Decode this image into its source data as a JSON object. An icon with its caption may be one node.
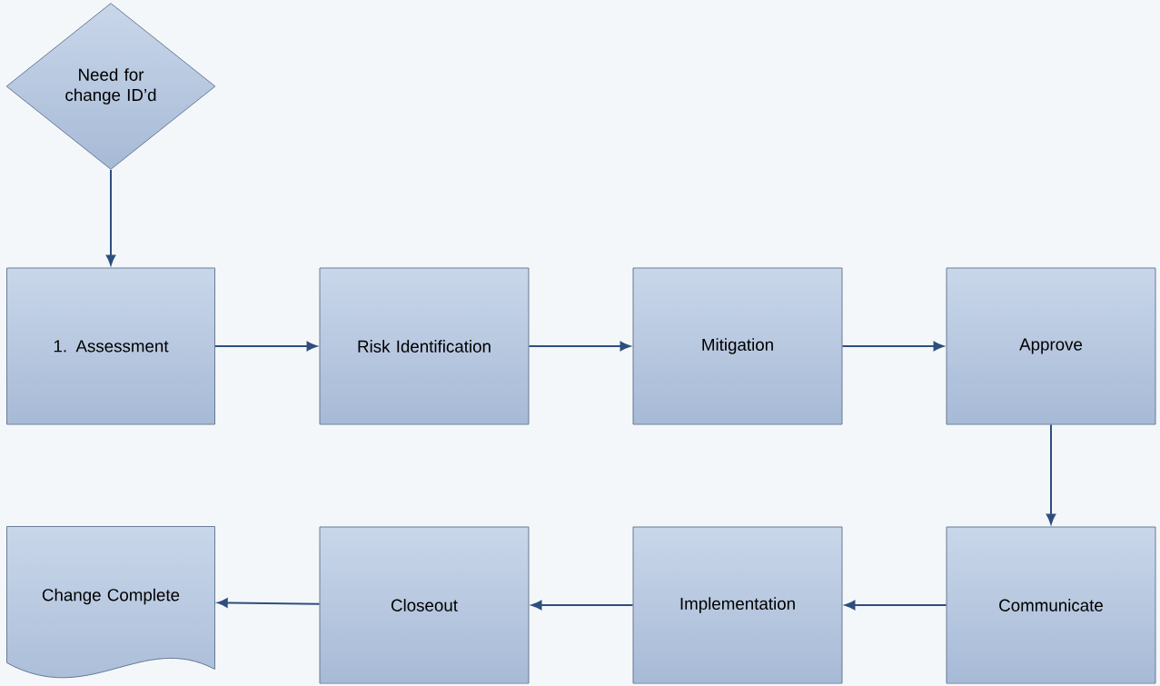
{
  "diagram": {
    "nodes": [
      {
        "text": [
          "Need for change ID’d"
        ]
      },
      {
        "text": [
          "1. Assessment"
        ]
      },
      {
        "text": [
          "Risk Identification"
        ]
      },
      {
        "text": [
          "Mitigation"
        ]
      },
      {
        "text": [
          "Approve"
        ]
      },
      {
        "text": [
          "Change Complete"
        ]
      },
      {
        "text": [
          "Closeout"
        ]
      },
      {
        "text": [
          "Implementation"
        ]
      },
      {
        "text": [
          "Communicate"
        ]
      }
    ],
    "edges": [
      {
        "from": 0,
        "to": 1,
        "arrow": "to"
      },
      {
        "from": 1,
        "to": 2,
        "arrow": "to"
      },
      {
        "from": 2,
        "to": 3,
        "arrow": "to"
      },
      {
        "from": 3,
        "to": 4,
        "arrow": "to"
      },
      {
        "from": 4,
        "to": 8,
        "arrow": "to"
      },
      {
        "from": 8,
        "to": 7,
        "arrow": "to"
      },
      {
        "from": 7,
        "to": 6,
        "arrow": "to"
      },
      {
        "from": 6,
        "to": 5,
        "arrow": "to"
      }
    ]
  }
}
